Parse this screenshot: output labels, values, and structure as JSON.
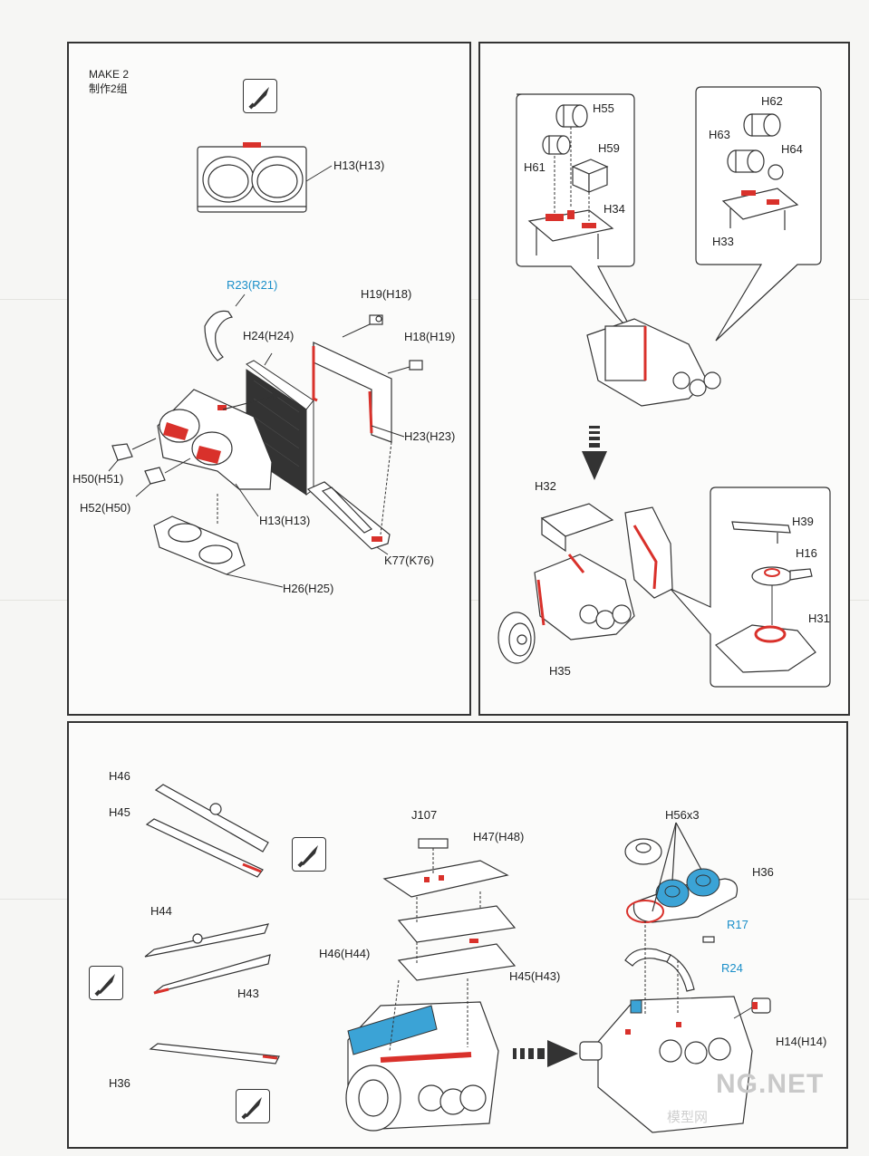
{
  "panel_a": {
    "make_en": "MAKE 2",
    "make_cn": "制作2组",
    "labels": {
      "h13_top": "H13(H13)",
      "r23": "R23(R21)",
      "h19": "H19(H18)",
      "h24": "H24(H24)",
      "h18": "H18(H19)",
      "h23": "H23(H23)",
      "h50": "H50(H51)",
      "h52": "H52(H50)",
      "h13_bot": "H13(H13)",
      "k77": "K77(K76)",
      "h26": "H26(H25)"
    }
  },
  "panel_b": {
    "labels": {
      "h55": "H55",
      "h59": "H59",
      "h61": "H61",
      "h34": "H34",
      "h62": "H62",
      "h63": "H63",
      "h64": "H64",
      "h33": "H33",
      "h32": "H32",
      "h39": "H39",
      "h16": "H16",
      "h31": "H31",
      "h35": "H35"
    }
  },
  "panel_c": {
    "labels": {
      "h46": "H46",
      "h45": "H45",
      "j107": "J107",
      "h47": "H47(H48)",
      "h56": "H56x3",
      "h36_top": "H36",
      "r17": "R17",
      "h44": "H44",
      "h46b": "H46(H44)",
      "h43": "H43",
      "h45b": "H45(H43)",
      "r24": "R24",
      "h14": "H14(H14)",
      "h36_bot": "H36"
    }
  },
  "watermark": {
    "text": "NG.NET",
    "sub": "模型网"
  },
  "colors": {
    "glue_red": "#d9312b",
    "blue_part": "#3ba3d6",
    "ink": "#333333"
  }
}
